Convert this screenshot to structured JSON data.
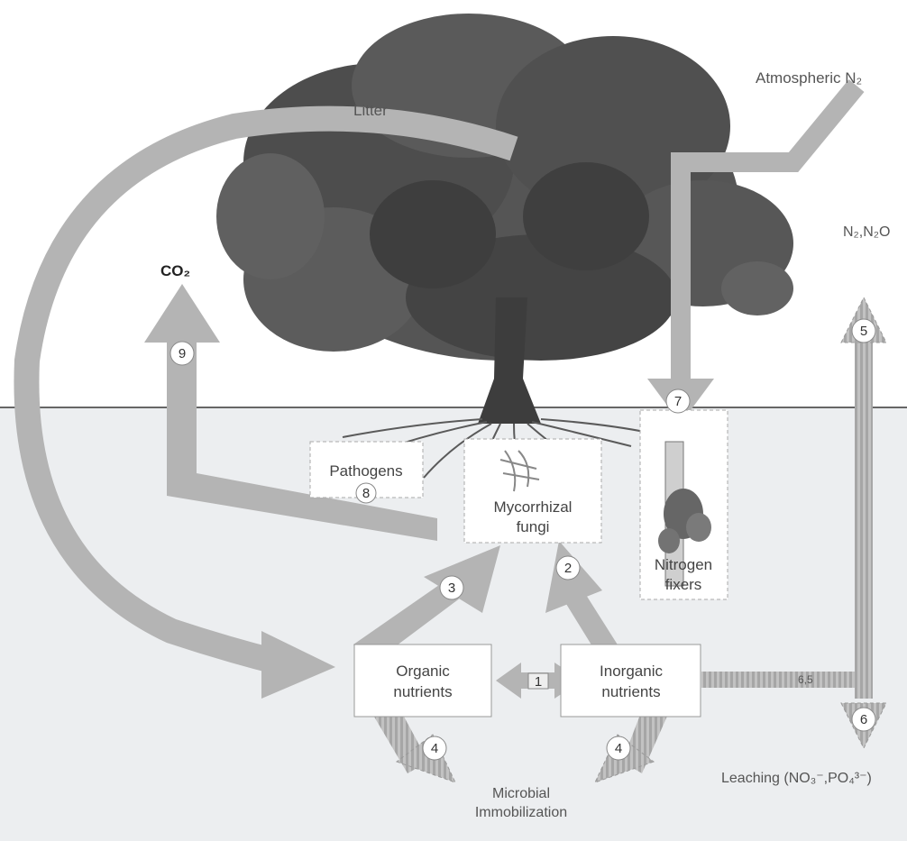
{
  "labels": {
    "litter": "Litter",
    "atmospheric_n2": "Atmospheric N₂",
    "n2_n2o": "N₂,N₂O",
    "co2": "CO₂",
    "pathogens": "Pathogens",
    "mycorrhizal_line1": "Mycorrhizal",
    "mycorrhizal_line2": "fungi",
    "nitrogen_line1": "Nitrogen",
    "nitrogen_line2": "fixers",
    "organic_line1": "Organic",
    "organic_line2": "nutrients",
    "inorganic_line1": "Inorganic",
    "inorganic_line2": "nutrients",
    "microbial_line1": "Microbial",
    "microbial_line2": "Immobilization",
    "leaching": "Leaching (NO₃⁻,PO₄³⁻)",
    "leaching_rate": "6,5"
  },
  "numbers": {
    "n1": "1",
    "n2": "2",
    "n3": "3",
    "n4a": "4",
    "n4b": "4",
    "n5": "5",
    "n6": "6",
    "n7": "7",
    "n8": "8",
    "n9": "9"
  },
  "colors": {
    "arrow": "#b4b4b4",
    "soil": "#eceef0",
    "ground_line": "#666666",
    "tree_canopy": "#4a4a4a",
    "trunk": "#3d3d3d"
  }
}
